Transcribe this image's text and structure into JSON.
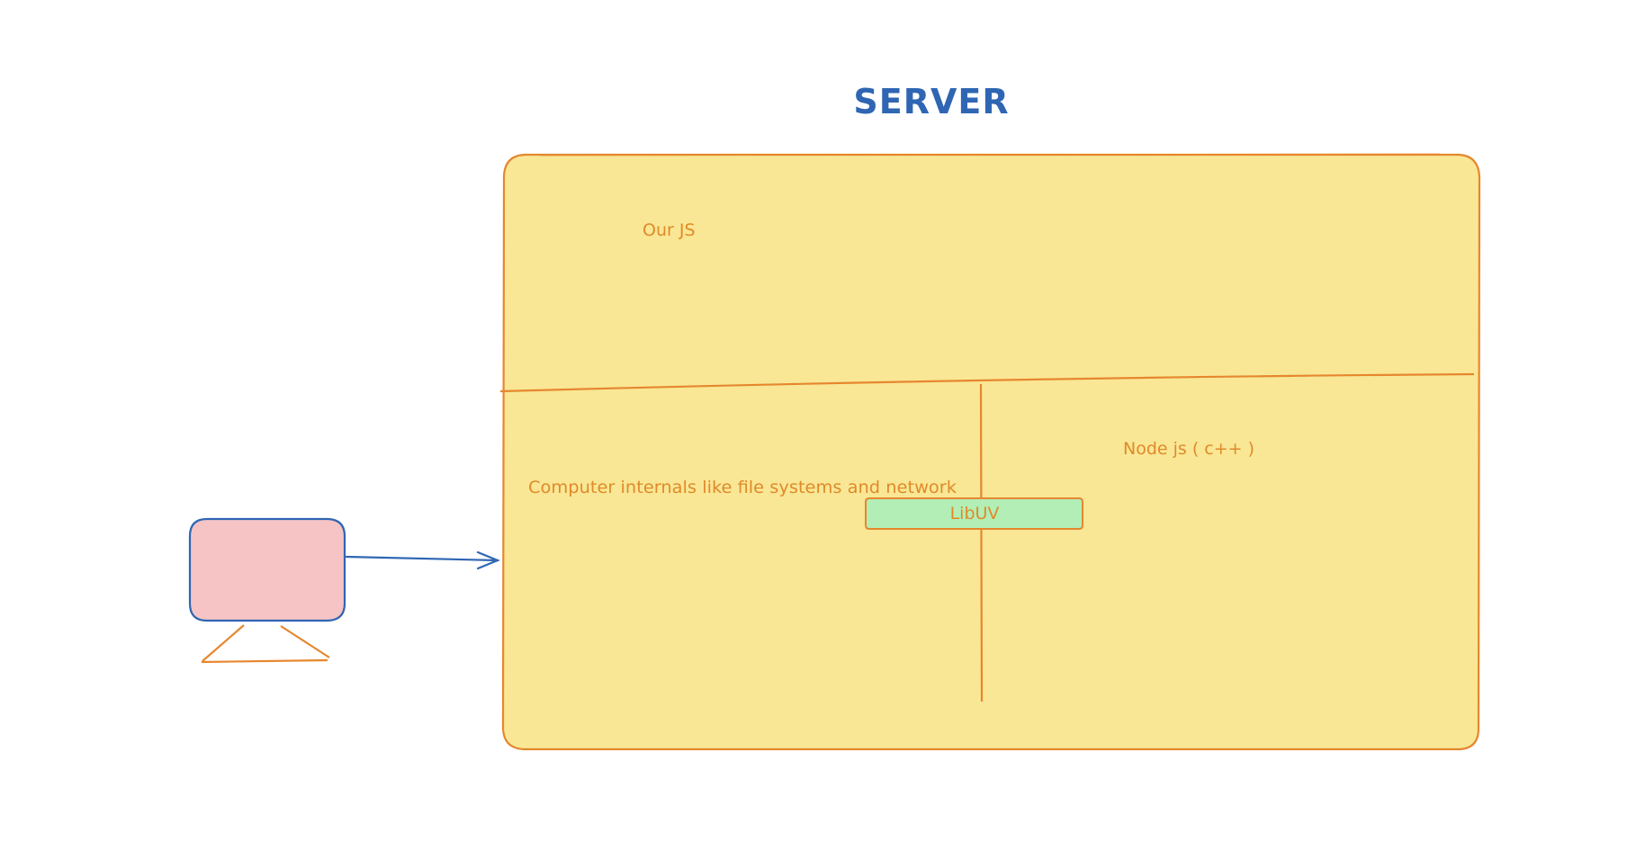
{
  "title": "SERVER",
  "labels": {
    "our_js": "Our JS",
    "computer_internals": "Computer internals like file systems and network",
    "node_js": "Node js ( c++ )",
    "libuv": "LibUV"
  },
  "colors": {
    "title": "#2f66b3",
    "server_fill": "#f9e795",
    "server_stroke": "#e6872f",
    "label_text": "#e08a2a",
    "client_fill": "#f6c4c5",
    "client_stroke": "#2f66b3",
    "stand_stroke": "#e6872f",
    "arrow": "#2f66b3",
    "libuv_fill": "#b2eeb6",
    "libuv_stroke": "#e6872f",
    "libuv_text": "#e08a2a"
  }
}
